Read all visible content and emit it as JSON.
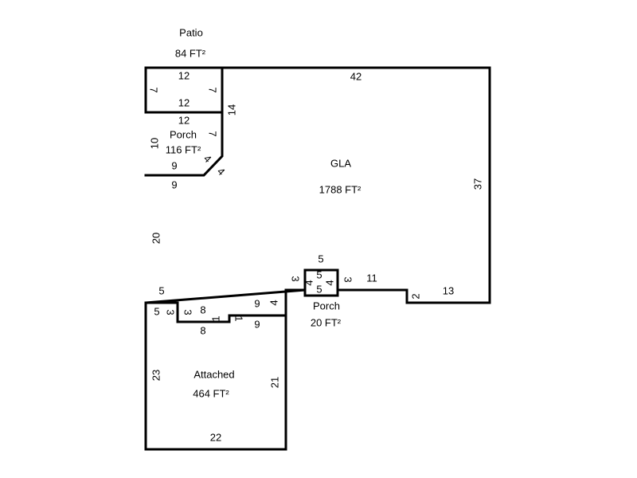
{
  "areas": {
    "patio": {
      "name": "Patio",
      "size": "84 FT²"
    },
    "porch_upper": {
      "name": "Porch",
      "size": "116 FT²"
    },
    "gla": {
      "name": "GLA",
      "size": "1788 FT²"
    },
    "porch_lower": {
      "name": "Porch",
      "size": "20 FT²"
    },
    "attached": {
      "name": "Attached",
      "size": "464 FT²"
    }
  },
  "dims": {
    "patio_top": "12",
    "patio_left": "7",
    "patio_right": "7",
    "patio_bottom": "12",
    "porch_top": "12",
    "porch_left": "10",
    "porch_right": "7",
    "porch_diag_in": "4",
    "porch_diag_out": "4",
    "porch_bottom": "9",
    "gla_top": "42",
    "gla_right": "37",
    "gla_upper_left_bottom": "9",
    "gla_left": "20",
    "gla_step_right": "14",
    "gla_bottom_right": "13",
    "gla_notch": "2",
    "gla_bottom_mid": "11",
    "small_porch_top": "5",
    "small_porch_left": "4",
    "small_porch_right": "3",
    "small_porch_inner_top": "5",
    "small_porch_inner_bottom": "5",
    "small_porch_inner_right": "4",
    "small_porch_corner": "3",
    "gla_step4": "4",
    "gla_run9_top": "9",
    "gla_step1a": "1",
    "gla_step1b": "1",
    "gla_run8_top": "8",
    "gla_step3": "3",
    "gla_run5_top": "5",
    "att_run5": "5",
    "att_step3": "3",
    "att_run8": "8",
    "att_run9": "9",
    "att_right": "21",
    "att_left": "23",
    "att_bottom": "22"
  }
}
